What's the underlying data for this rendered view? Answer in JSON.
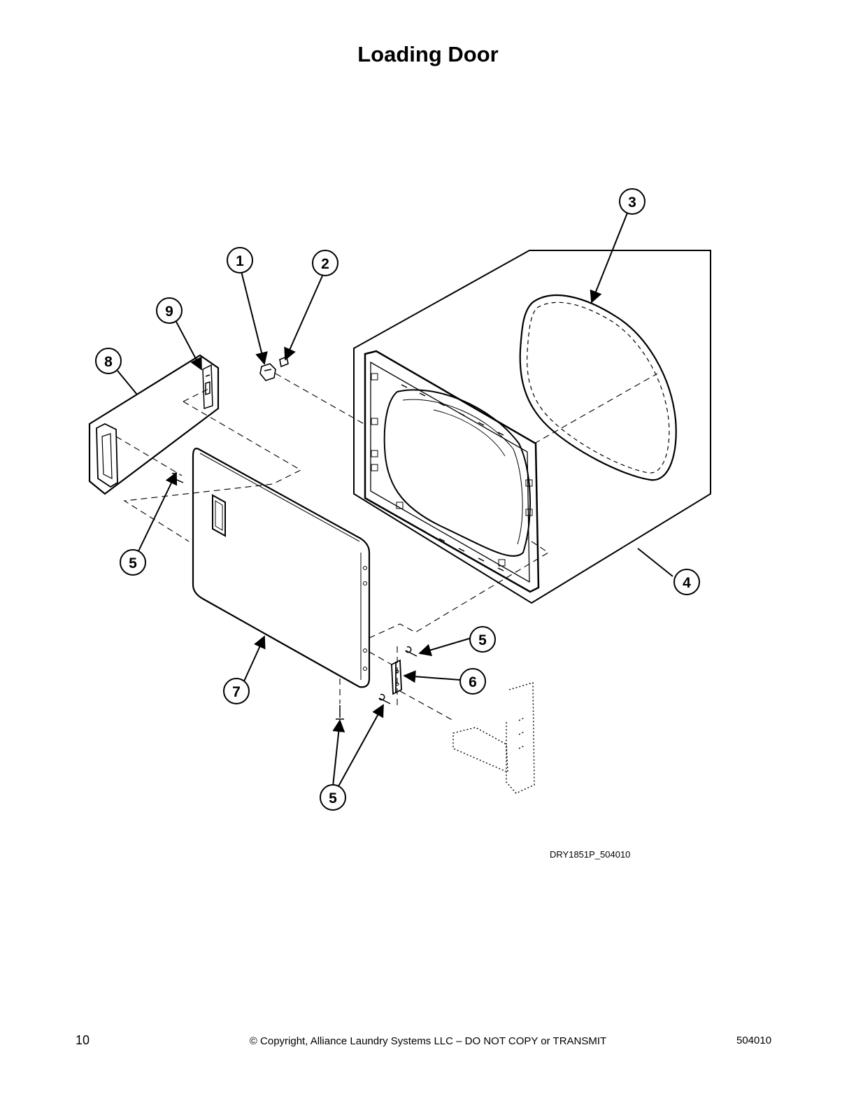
{
  "title": "Loading Door",
  "drawing_code": "DRY1851P_504010",
  "footer": {
    "page_number": "10",
    "copyright": "© Copyright, Alliance Laundry Systems LLC – DO NOT COPY or TRANSMIT",
    "doc_number": "504010"
  },
  "callouts": {
    "c1": "1",
    "c2": "2",
    "c3": "3",
    "c4": "4",
    "c5a": "5",
    "c5b": "5",
    "c5c": "5",
    "c6": "6",
    "c7": "7",
    "c8": "8",
    "c9": "9"
  }
}
